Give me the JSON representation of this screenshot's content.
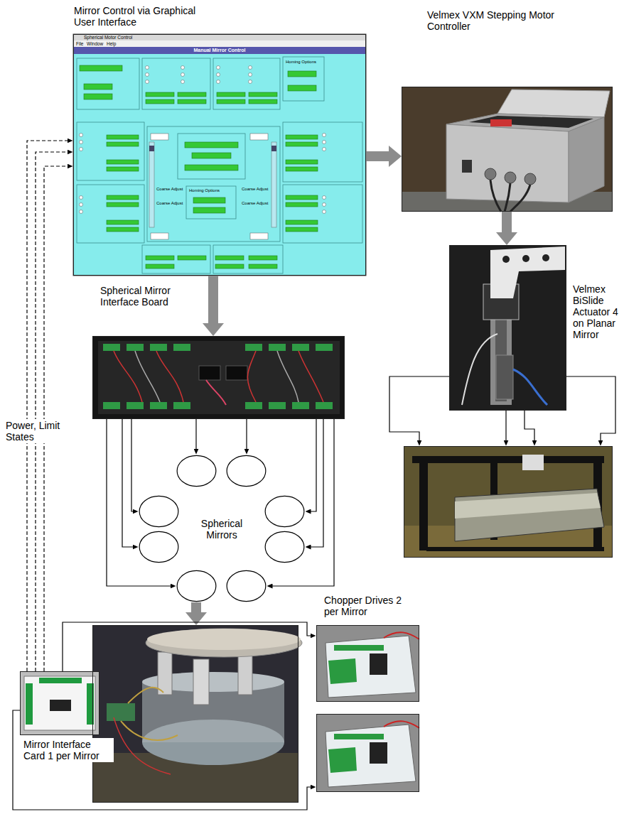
{
  "diagram": {
    "nodes": [
      {
        "text": [
          "Mirror Control via Graphical User Interface"
        ]
      },
      {
        "text": [
          "Velmex VXM Stepping Motor Controller"
        ]
      },
      {
        "text": [
          "Velmex BiSlide Actuator 4 on Planar Mirror"
        ]
      },
      {
        "text": []
      },
      {
        "text": [
          "Spherical Mirror Interface Board"
        ]
      },
      {
        "text": []
      },
      {
        "text": []
      },
      {
        "text": []
      },
      {
        "text": []
      },
      {
        "text": []
      },
      {
        "text": []
      },
      {
        "text": []
      },
      {
        "text": []
      },
      {
        "text": []
      },
      {
        "text": [
          "Mirror Interface Card 1 per Mirror"
        ]
      },
      {
        "text": [
          "Chopper Drives 2 per Mirror"
        ]
      },
      {
        "text": []
      }
    ],
    "edges": [
      {
        "from": 0,
        "to": 1,
        "arrow": "to"
      },
      {
        "from": 1,
        "to": 2,
        "arrow": "to"
      },
      {
        "from": 0,
        "to": 4,
        "arrow": "to"
      },
      {
        "from": 2,
        "to": 3,
        "arrow": "to"
      },
      {
        "from": 2,
        "to": 3,
        "arrow": "to"
      },
      {
        "from": 2,
        "to": 3,
        "arrow": "to"
      },
      {
        "from": 2,
        "to": 3,
        "arrow": "to"
      },
      {
        "from": 4,
        "to": 5,
        "arrow": "to"
      },
      {
        "from": 4,
        "to": 6,
        "arrow": "to"
      },
      {
        "from": 4,
        "to": 7,
        "arrow": "to"
      },
      {
        "from": 4,
        "to": 8,
        "arrow": "to"
      },
      {
        "from": 4,
        "to": 9,
        "arrow": "to"
      },
      {
        "from": 4,
        "to": 10,
        "arrow": "to"
      },
      {
        "from": 4,
        "to": 11,
        "arrow": "to"
      },
      {
        "from": 4,
        "to": 12,
        "arrow": "to"
      },
      {
        "from": 11,
        "to": 13,
        "arrow": "to"
      },
      {
        "from": 14,
        "to": 15,
        "arrow": "to"
      },
      {
        "from": 14,
        "to": 16,
        "arrow": "to"
      },
      {
        "from": 14,
        "to": 0,
        "arrow": "to"
      },
      {
        "from": 14,
        "to": 0,
        "arrow": "to"
      },
      {
        "from": 14,
        "to": 0,
        "arrow": "to"
      }
    ],
    "labels": [
      "Spherical Mirrors",
      "Power, Limit States",
      "Spherical Motor Control",
      "File",
      "Window",
      "Help",
      "Manual Mirror Control",
      "Coarse Adjust",
      "Coarse Adjust",
      "Coarse Adjust",
      "Coarse Adjust",
      "Homing Options",
      "Homing Options"
    ]
  }
}
